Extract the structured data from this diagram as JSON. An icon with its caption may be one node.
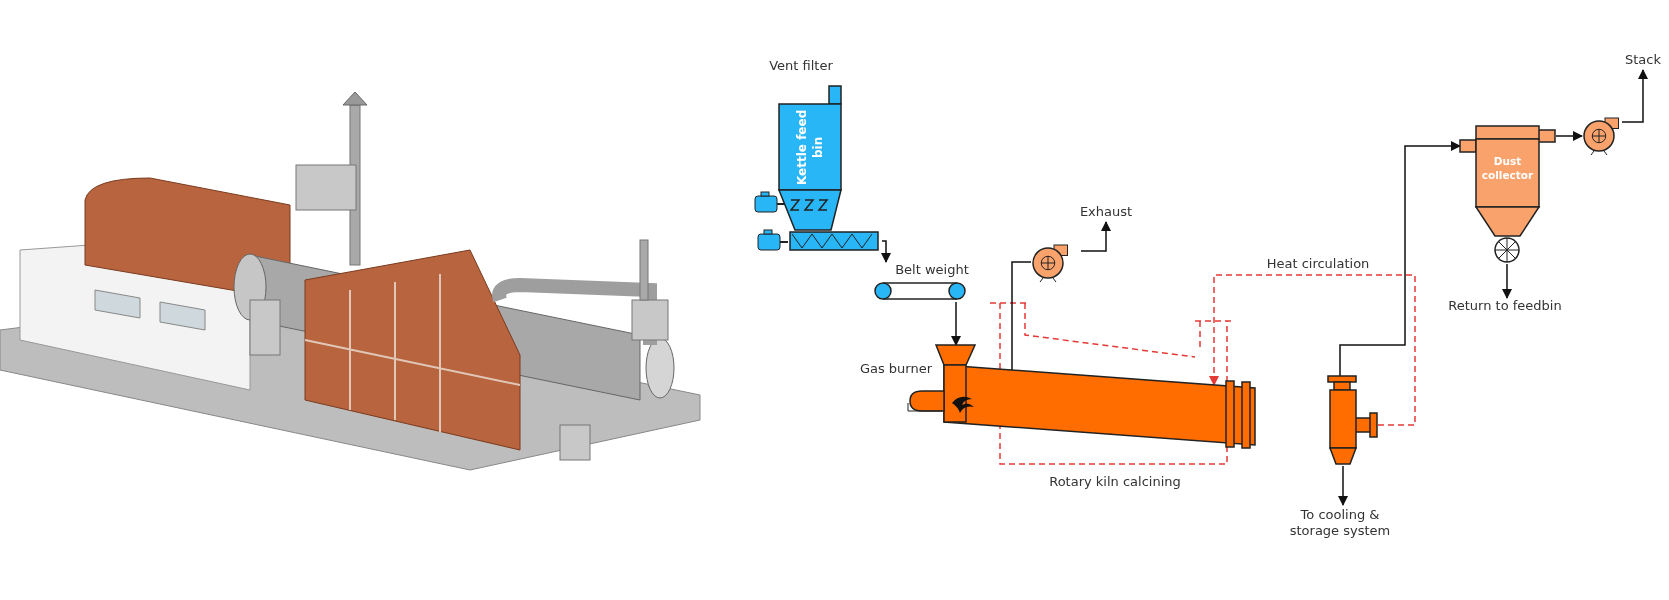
{
  "diagram": {
    "nodes": [
      {
        "text": [
          "Kettle feed bin"
        ],
        "beside": [
          "Vent filter"
        ]
      },
      {
        "text": [],
        "shape": "box"
      },
      {
        "text": [
          "Belt weight"
        ]
      },
      {
        "text": [],
        "shape": "cylinder",
        "beside": [
          "Gas burner"
        ]
      },
      {
        "text": [],
        "shape": "circle"
      },
      {
        "text": [
          "Exhaust"
        ]
      },
      {
        "text": [],
        "shape": "box"
      },
      {
        "text": [
          "To cooling & storage system"
        ]
      },
      {
        "text": [
          "Dust collector"
        ]
      },
      {
        "text": [],
        "shape": "circle"
      },
      {
        "text": [
          "Stack"
        ]
      },
      {
        "text": [
          "Return to feedbin"
        ]
      }
    ],
    "edges": [
      {
        "from": 1,
        "to": 2,
        "arrow": "to"
      },
      {
        "from": 2,
        "to": 3,
        "arrow": "to"
      },
      {
        "from": 3,
        "to": 4,
        "arrow": "none"
      },
      {
        "from": 4,
        "to": 5,
        "arrow": "to"
      },
      {
        "from": 6,
        "to": 8,
        "arrow": "to"
      },
      {
        "from": 8,
        "to": 9,
        "arrow": "to"
      },
      {
        "from": 9,
        "to": 10,
        "arrow": "to"
      },
      {
        "from": 8,
        "to": 11,
        "arrow": "to"
      },
      {
        "from": 6,
        "to": 7,
        "arrow": "to"
      },
      {
        "from": 6,
        "to": 3,
        "arrow": "to",
        "label": "Heat circulation",
        "style": "dashed",
        "color": "#e53935"
      }
    ],
    "labels": [
      "Rotary kiln calcining"
    ]
  }
}
